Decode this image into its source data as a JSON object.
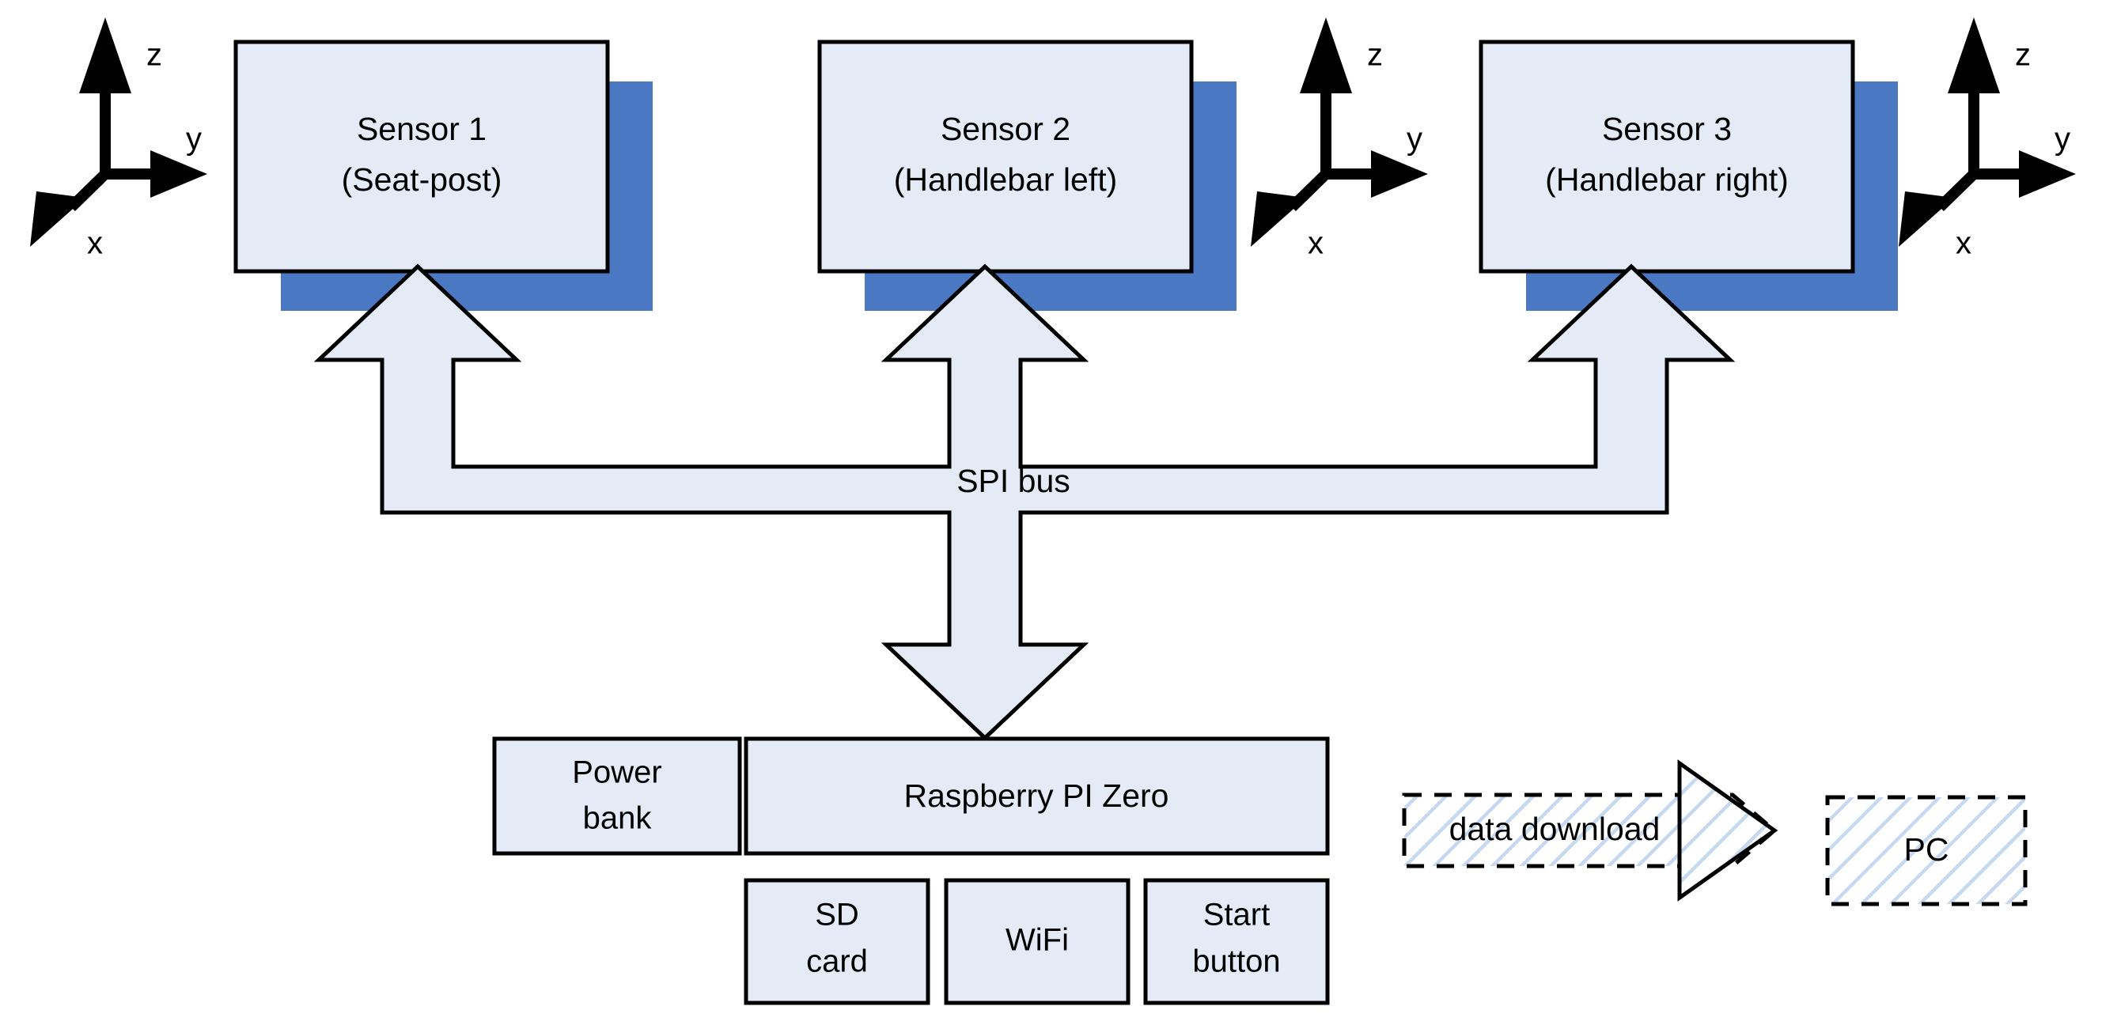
{
  "diagram": {
    "title": "Bicycle sensor data acquisition block diagram",
    "colors": {
      "box_fill": "#E4EBF7",
      "box_stroke": "#000000",
      "shadow_blue": "#4A78C3",
      "arrow_fill": "#E4EBF7",
      "hatch_blue": "#C6D9F1",
      "text": "#000000"
    }
  },
  "sensors": [
    {
      "id": "sensor-1",
      "line1": "Sensor 1",
      "line2": "(Seat-post)",
      "axes": {
        "z": "z",
        "y": "y",
        "x": "x"
      }
    },
    {
      "id": "sensor-2",
      "line1": "Sensor 2",
      "line2": "(Handlebar left)",
      "axes": {
        "z": "z",
        "y": "y",
        "x": "x"
      }
    },
    {
      "id": "sensor-3",
      "line1": "Sensor 3",
      "line2": "(Handlebar right)",
      "axes": {
        "z": "z",
        "y": "y",
        "x": "x"
      }
    }
  ],
  "bus": {
    "label": "SPI bus"
  },
  "controller": {
    "power_bank_line1": "Power",
    "power_bank_line2": "bank",
    "main_label": "Raspberry PI Zero",
    "peripherals": [
      {
        "id": "sd-card",
        "line1": "SD",
        "line2": "card"
      },
      {
        "id": "wifi",
        "line1": "WiFi",
        "line2": ""
      },
      {
        "id": "start-button",
        "line1": "Start",
        "line2": "button"
      }
    ]
  },
  "download": {
    "arrow_label": "data download",
    "pc_label": "PC"
  }
}
